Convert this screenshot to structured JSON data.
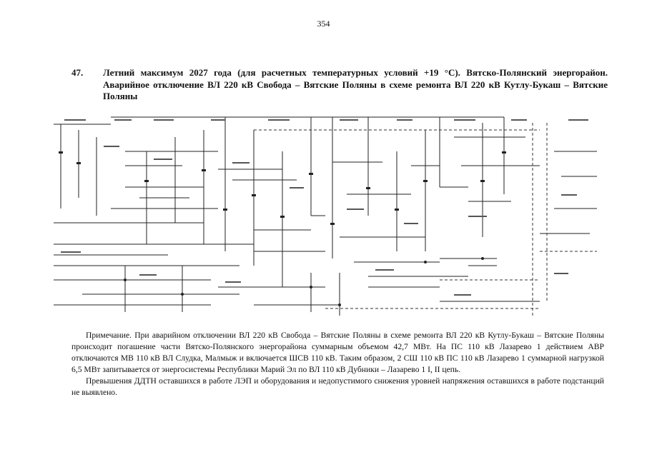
{
  "page": {
    "number": "354"
  },
  "section": {
    "number": "47.",
    "title": "Летний максимум 2027 года (для расчетных температурных условий +19 °С). Вятско-Полянский энергорайон. Аварийное отключение ВЛ 220 кВ Свобода – Вятские Поляны в схеме ремонта ВЛ 220 кВ Кутлу-Букаш – Вятские Поляны"
  },
  "diagram": {
    "description_visible": "power-flow scheme (fine print, illegible)",
    "line_color": "#222222",
    "dashed_color": "#333333"
  },
  "note": {
    "paragraph1": "Примечание. При аварийном отключении ВЛ 220 кВ Свобода – Вятские Поляны в схеме ремонта ВЛ 220 кВ Кутлу-Букаш – Вятские Поляны происходит погашение части Вятско-Полянского энергорайона суммарным объемом 42,7 МВт. На ПС 110 кВ Лазарево 1 действием АВР отключаются МВ 110 кВ ВЛ Слудка, Малмыж и включается ШСВ 110 кВ. Таким образом, 2 СШ 110 кВ ПС 110 кВ Лазарево 1 суммарной нагрузкой 6,5 МВт запитывается от энергосистемы Республики Марий Эл по ВЛ 110 кВ Дубники – Лазарево 1 I, II цепь.",
    "paragraph2": "Превышения ДДТН оставшихся в работе ЛЭП и оборудования и недопустимого снижения уровней напряжения оставшихся в работе подстанций не выявлено."
  }
}
